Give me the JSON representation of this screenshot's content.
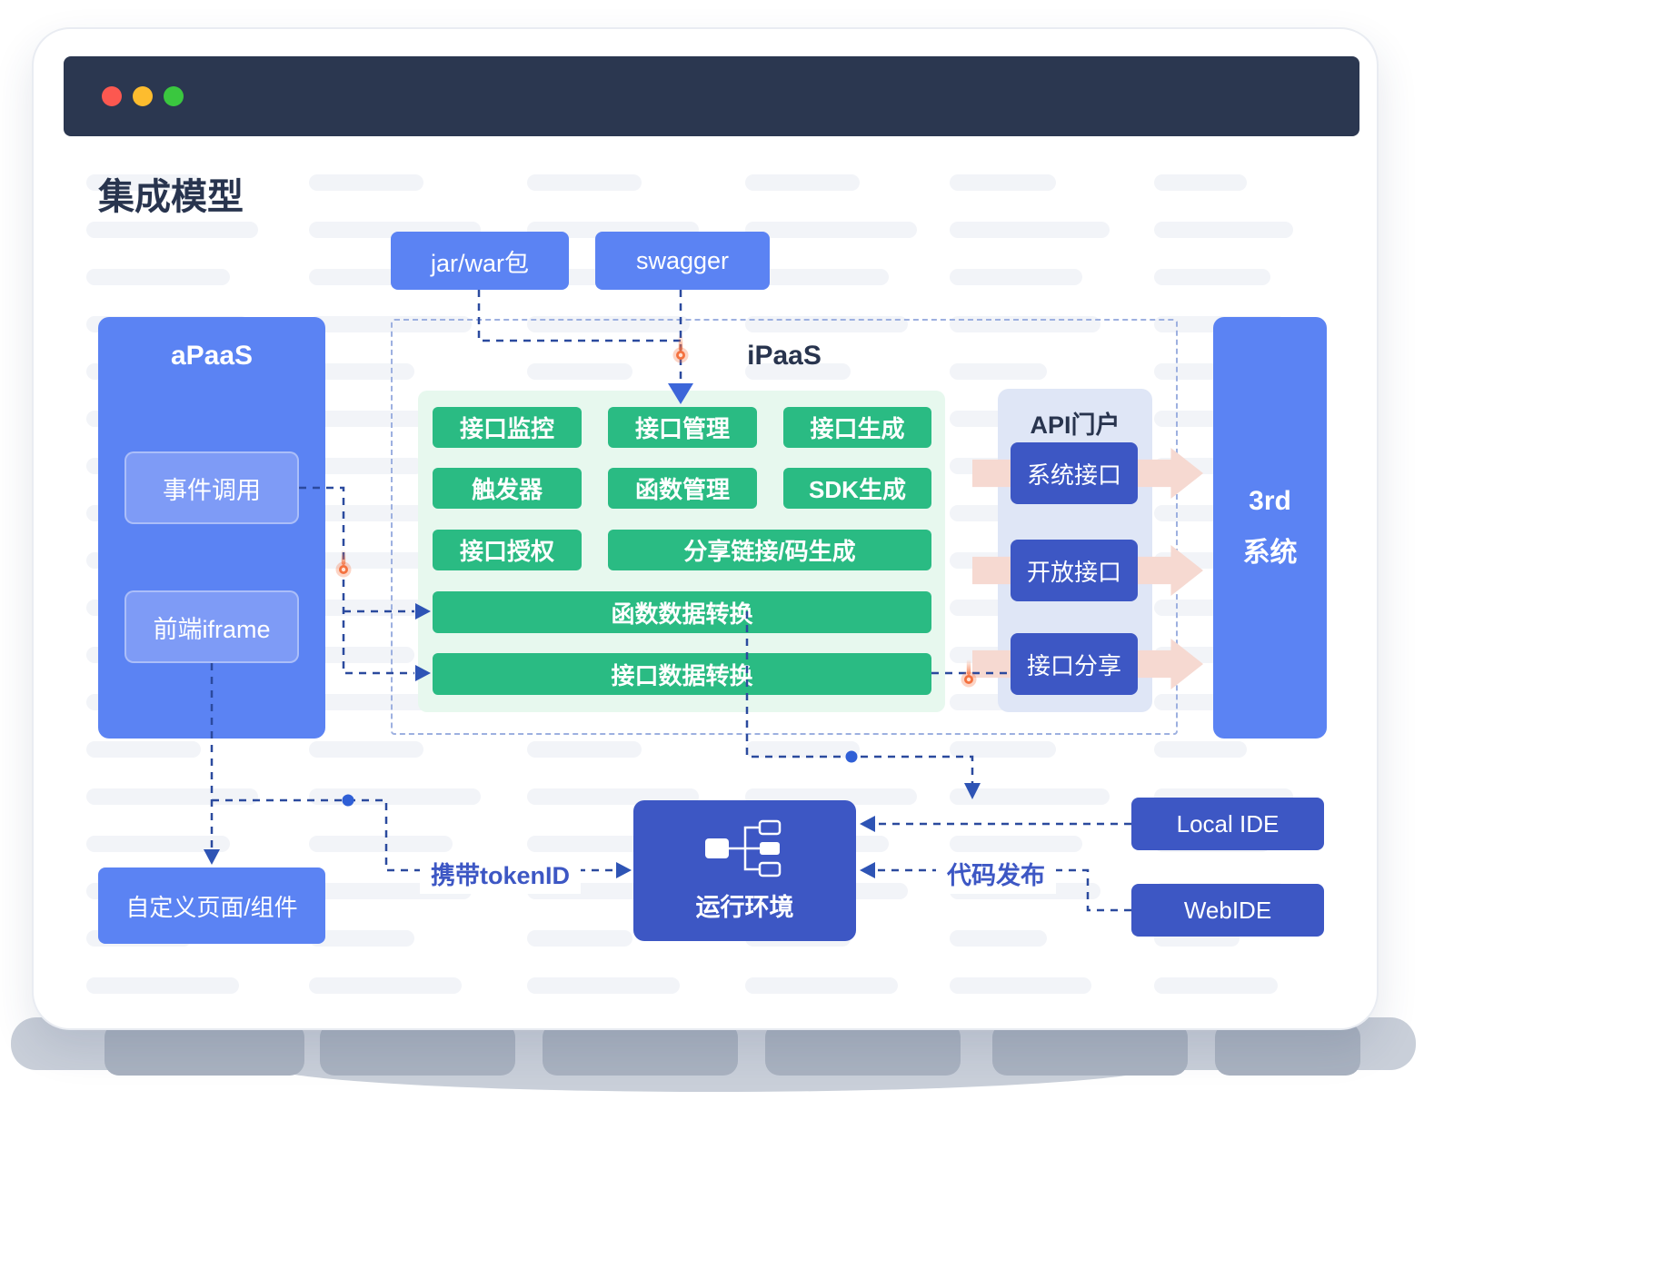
{
  "page": {
    "title": "集成模型"
  },
  "titlebar": {
    "buttons": [
      "close",
      "minimize",
      "maximize"
    ]
  },
  "diagram": {
    "sources": [
      {
        "label": "jar/war包"
      },
      {
        "label": "swagger"
      }
    ],
    "apaas": {
      "title": "aPaaS",
      "items": [
        {
          "label": "事件调用"
        },
        {
          "label": "前端iframe"
        }
      ]
    },
    "ipaas": {
      "title": "iPaaS",
      "features": [
        {
          "label": "接口监控"
        },
        {
          "label": "接口管理"
        },
        {
          "label": "接口生成"
        },
        {
          "label": "触发器"
        },
        {
          "label": "函数管理"
        },
        {
          "label": "SDK生成"
        },
        {
          "label": "接口授权"
        },
        {
          "label": "分享链接/码生成"
        },
        {
          "label": "函数数据转换"
        },
        {
          "label": "接口数据转换"
        }
      ]
    },
    "api_portal": {
      "title": "API门户",
      "items": [
        {
          "label": "系统接口"
        },
        {
          "label": "开放接口"
        },
        {
          "label": "接口分享"
        }
      ]
    },
    "third_system": {
      "line1": "3rd",
      "line2": "系统"
    },
    "custom_page": {
      "label": "自定义页面/组件"
    },
    "runtime": {
      "label": "运行环境",
      "icon": "flow-diagram"
    },
    "ides": [
      {
        "label": "Local IDE"
      },
      {
        "label": "WebIDE"
      }
    ],
    "edge_labels": {
      "token": "携带tokenID",
      "deploy": "代码发布"
    }
  },
  "colors": {
    "header": "#2b3750",
    "title": "#28344e",
    "blue": "#5b83f3",
    "blue_light": "#7e9bf6",
    "green": "#2abb83",
    "green_panel": "#e7f8ee",
    "dark_blue": "#3d57c4",
    "portal_panel": "#dfe6f6",
    "pink": "#f6d9d1",
    "line": "#2b4a9e",
    "arrow": "#2e54b5",
    "arrow_big": "#3c66d9",
    "dot": "#2f5fd6",
    "comet": "#f4713f",
    "label_blue": "#3d57c4",
    "band": "#c9cfd9",
    "tab": "#a9b2c0",
    "skeleton": "#f2f4f8",
    "dot_red": "#fc5850",
    "dot_yellow": "#fdbc2e",
    "dot_green": "#3ac73f"
  }
}
